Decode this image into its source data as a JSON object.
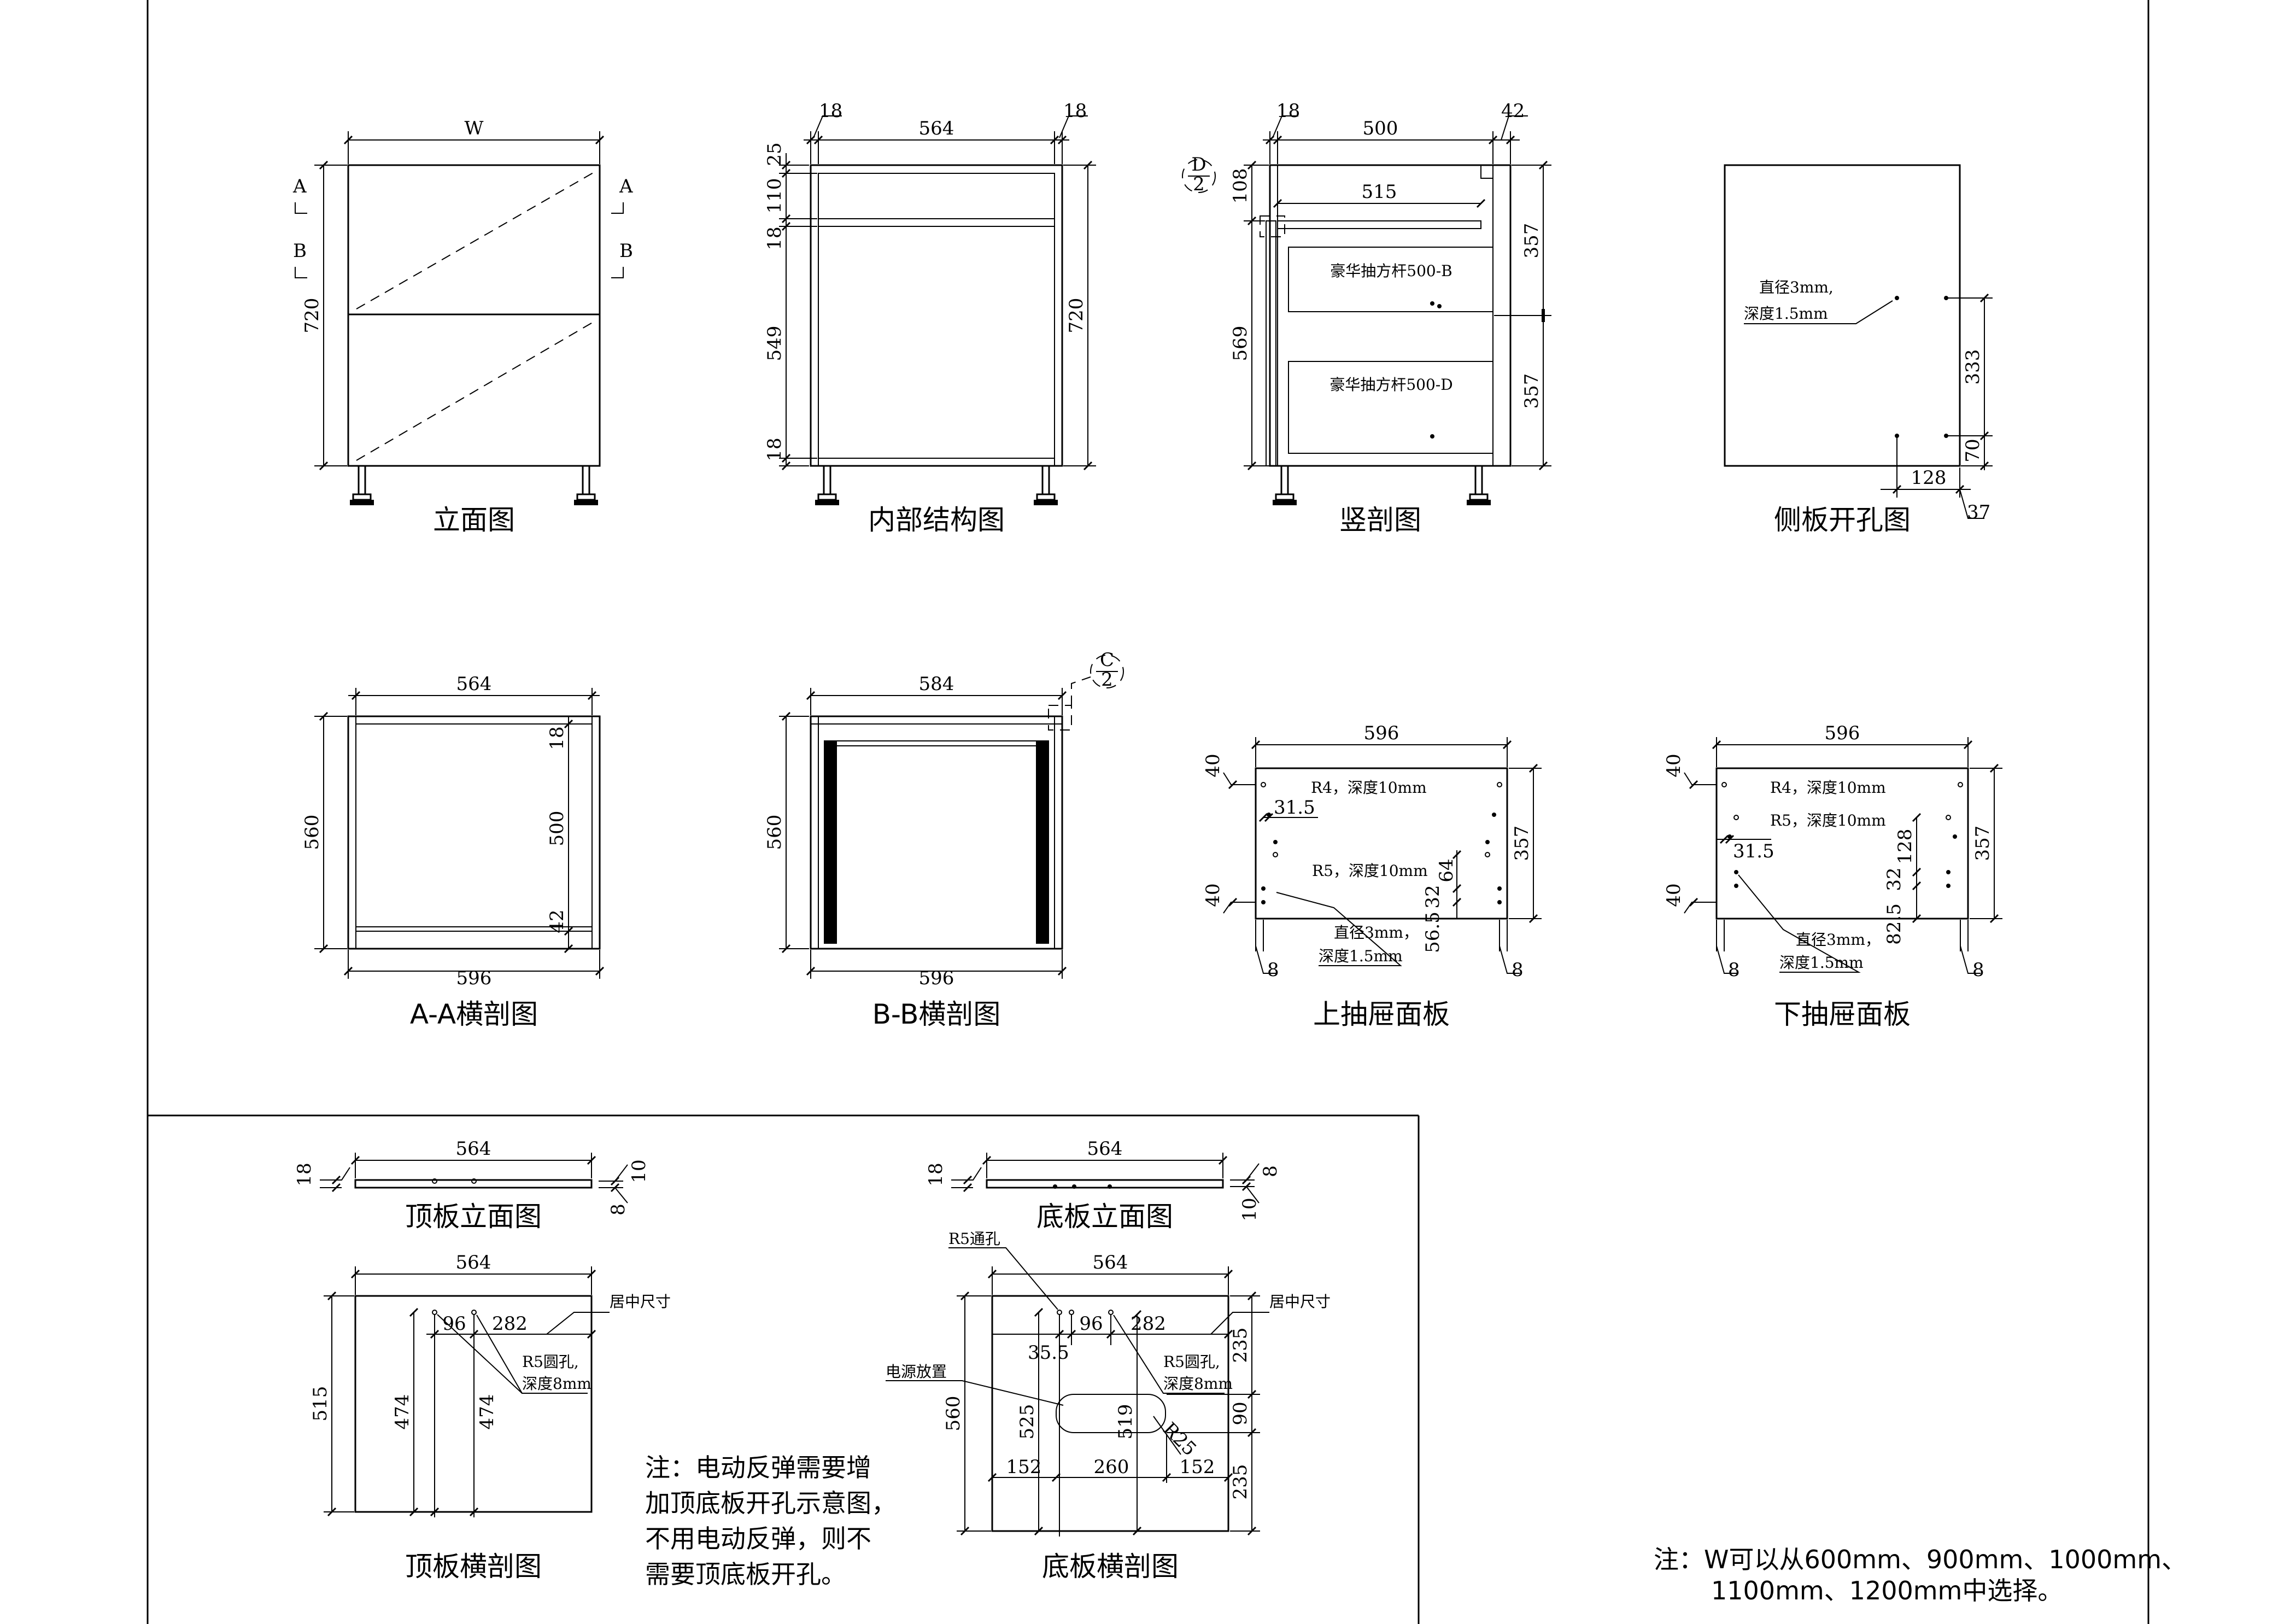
{
  "titles": {
    "elevation": "立面图",
    "internal": "内部结构图",
    "vsection": "竖剖图",
    "side_holes": "侧板开孔图",
    "aa": "A-A横剖图",
    "bb": "B-B横剖图",
    "upper_front": "上抽屉面板",
    "lower_front": "下抽屉面板",
    "top_elev": "顶板立面图",
    "bottom_elev": "底板立面图",
    "top_sect": "顶板横剖图",
    "bottom_sect": "底板横剖图"
  },
  "elevation": {
    "width": "W",
    "height": "720",
    "sec_a": "A",
    "sec_b": "B"
  },
  "internal": {
    "left": "18",
    "inner": "564",
    "right": "18",
    "d25": "25",
    "d110": "110",
    "d18a": "18",
    "d549": "549",
    "d18b": "18",
    "total": "720"
  },
  "vsection": {
    "left": "18",
    "depth": "500",
    "right": "42",
    "d108": "108",
    "d515": "515",
    "d569": "569",
    "d357a": "357",
    "d357b": "357",
    "detail": "D",
    "detail_n": "2",
    "drawer_b": "豪华抽方杆500-B",
    "drawer_d": "豪华抽方杆500-D"
  },
  "side_holes": {
    "note1": "直径3mm,",
    "note2": "深度1.5mm",
    "d333": "333",
    "d70": "70",
    "d128": "128",
    "d37": "37"
  },
  "aa": {
    "inner": "564",
    "outer": "596",
    "depth": "560",
    "d18": "18",
    "d500": "500",
    "d42": "42"
  },
  "bb": {
    "inner": "584",
    "outer": "596",
    "depth": "560",
    "detail": "C",
    "detail_n": "2"
  },
  "upper_front": {
    "width": "596",
    "height": "357",
    "d40a": "40",
    "d40b": "40",
    "d31": "31.5",
    "r4": "R4，深度10mm",
    "r5": "R5，深度10mm",
    "d64": "64",
    "d32": "32",
    "d56": "56.5",
    "hole1": "直径3mm，",
    "hole2": "深度1.5mm",
    "d8a": "8",
    "d8b": "8"
  },
  "lower_front": {
    "width": "596",
    "height": "357",
    "d40a": "40",
    "d40b": "40",
    "d31": "31.5",
    "r4": "R4，深度10mm",
    "r5": "R5，深度10mm",
    "d128": "128",
    "d32": "32",
    "d82": "82.5",
    "hole1": "直径3mm，",
    "hole2": "深度1.5mm",
    "d8a": "8",
    "d8b": "8"
  },
  "top_elev": {
    "width": "564",
    "d18": "18",
    "d8": "8",
    "d10": "10"
  },
  "bottom_elev": {
    "width": "564",
    "d18": "18",
    "d10": "10",
    "d8": "8"
  },
  "top_sect": {
    "width": "564",
    "depth": "515",
    "d96": "96",
    "d282": "282",
    "center": "居中尺寸",
    "r5a": "R5圆孔,",
    "r5b": "深度8mm",
    "d474a": "474",
    "d474b": "474"
  },
  "bottom_sect": {
    "width": "564",
    "depth": "560",
    "through": "R5通孔",
    "d35": "35.5",
    "d96": "96",
    "d282": "282",
    "center": "居中尺寸",
    "r5a": "R5圆孔,",
    "r5b": "深度8mm",
    "power": "电源放置",
    "d525": "525",
    "d519": "519",
    "r25": "R25",
    "d235a": "235",
    "d90": "90",
    "d235b": "235",
    "d152a": "152",
    "d260": "260",
    "d152b": "152"
  },
  "notes": {
    "electric": [
      "注：电动反弹需要增",
      "加顶底板开孔示意图，",
      "不用电动反弹，则不",
      "需要顶底板开孔。"
    ],
    "width_line1": "注：W可以从600mm、900mm、1000mm、",
    "width_line2": "1100mm、1200mm中选择。"
  }
}
